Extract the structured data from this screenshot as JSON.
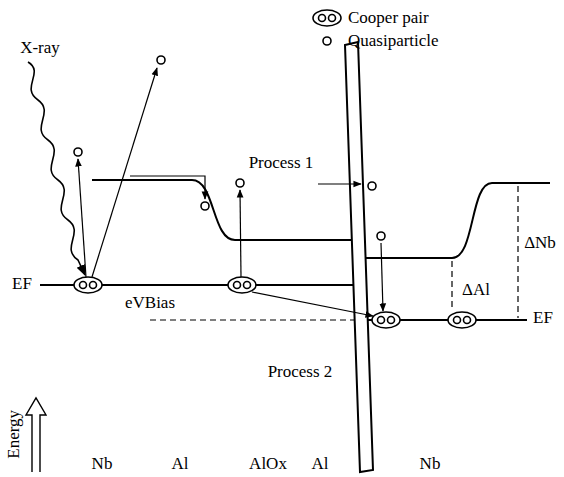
{
  "diagram": {
    "labels": [
      "X-ray",
      "EF",
      "eVBias",
      "Process 1",
      "Process 2",
      "ΔAl",
      "ΔNb",
      "EF",
      "Energy",
      "Nb",
      "Al",
      "AlOx",
      "Al",
      "Nb"
    ],
    "legend": [
      {
        "text": "Cooper pair"
      },
      {
        "text": "Quasiparticle"
      }
    ]
  }
}
